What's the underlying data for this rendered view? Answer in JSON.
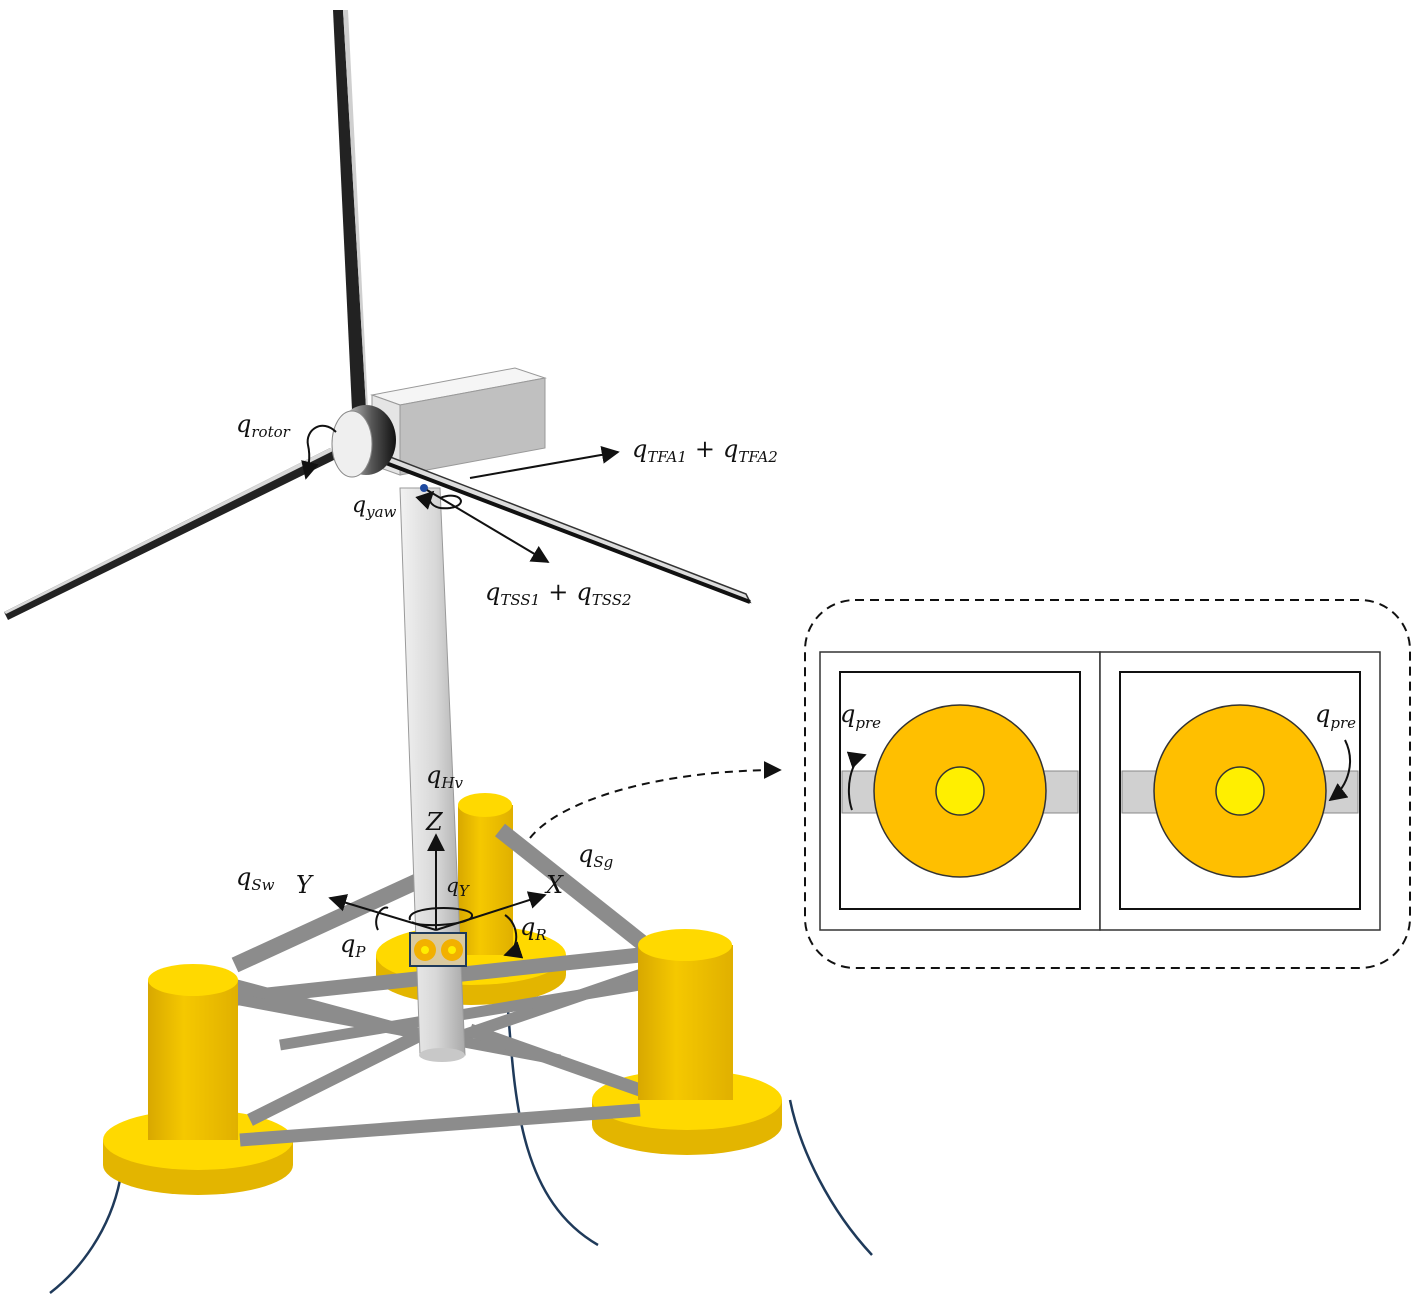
{
  "labels": {
    "rotor": {
      "base": "q",
      "sub": "rotor"
    },
    "yaw": {
      "base": "q",
      "sub": "yaw"
    },
    "tfa": {
      "base1": "q",
      "sub1": "TFA1",
      "op": "+",
      "base2": "q",
      "sub2": "TFA2"
    },
    "tss": {
      "base1": "q",
      "sub1": "TSS1",
      "op": "+",
      "base2": "q",
      "sub2": "TSS2"
    },
    "hv": {
      "base": "q",
      "sub": "Hv"
    },
    "sw": {
      "base": "q",
      "sub": "Sw"
    },
    "sg": {
      "base": "q",
      "sub": "Sg"
    },
    "pitch": {
      "base": "q",
      "sub": "P"
    },
    "roll": {
      "base": "q",
      "sub": "R"
    },
    "yaw_platform": {
      "base": "q",
      "sub": "Y"
    },
    "axis_x": "X",
    "axis_y": "Y",
    "axis_z": "Z",
    "pre_left": {
      "base": "q",
      "sub": "pre"
    },
    "pre_right": {
      "base": "q",
      "sub": "pre"
    }
  },
  "colors": {
    "column_yellow": "#f2c400",
    "column_dark": "#c79a00",
    "brace_gray": "#8c8c8c",
    "tower_gray": "#d4d4d4",
    "mooring_line": "#1f3a5a",
    "inset_orange": "#ffbf00",
    "inset_yellow": "#ffef00",
    "inset_bar": "#d0d0d0"
  }
}
